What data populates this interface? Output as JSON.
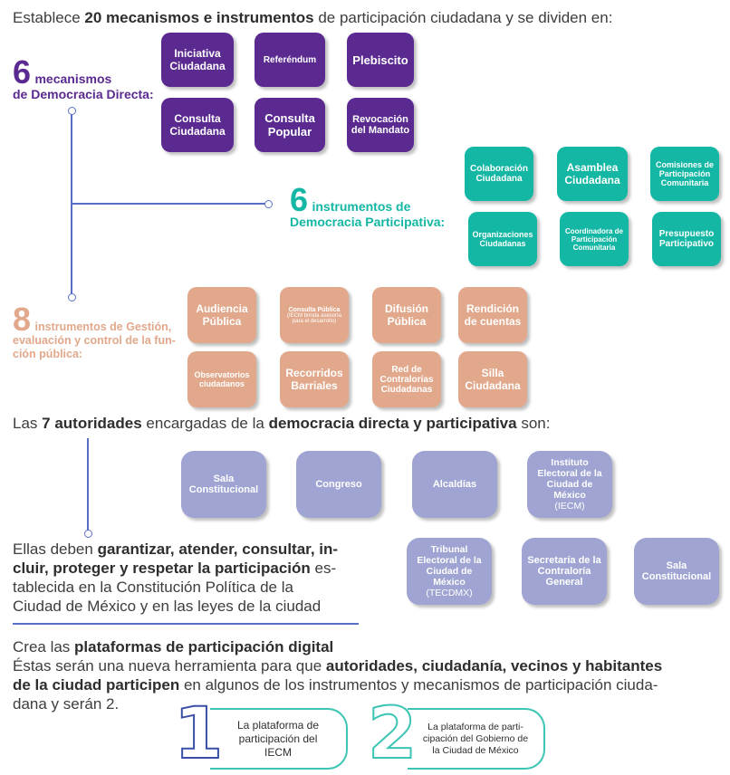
{
  "intro": {
    "pre": "Establece ",
    "bold": "20 mecanismos e instrumentos",
    "post": " de participación ciudadana y se dividen en:"
  },
  "direct": {
    "number": "6",
    "label1": "mecanismos",
    "label2": "de Democracia Directa:",
    "items": [
      "Iniciativa Ciudadana",
      "Referéndum",
      "Plebiscito",
      "Consulta Ciudadana",
      "Consulta Popular",
      "Revocación del Mandato"
    ]
  },
  "participative": {
    "number": "6",
    "label1": "instrumentos de",
    "label2": "Democracia Participativa:",
    "items": [
      "Colaboración Ciudadana",
      "Asamblea Ciudadana",
      "Comisiones de Participación Comunitaria",
      "Organizaciones Ciudadanas",
      "Coordinadora de Participación Comunitaria",
      "Presupuesto Participativo"
    ]
  },
  "management": {
    "number": "8",
    "label1": "instrumentos de Gestión,",
    "label2": "evaluación y control de la fun-",
    "label3": "ción pública:",
    "items": [
      "Audiencia Pública",
      "Consulta Pública",
      "(IECM brinda asesoría para el desarrollo)",
      "Difusión Pública",
      "Rendición de cuentas",
      "Observatorios ciudadanos",
      "Recorridos Barriales",
      "Red de Contralorías Ciudadanas",
      "Silla Ciudadana"
    ]
  },
  "authorities": {
    "pre": "Las ",
    "bold1": "7 autoridades",
    "mid": " encargadas de la ",
    "bold2": "democracia directa y participativa",
    "post": " son:",
    "items": [
      "Sala Constitucional",
      "Congreso",
      "Alcaldías",
      "Instituto Electoral de la Ciudad de México",
      "(IECM)",
      "Tribunal Electoral de la Ciudad de México",
      "(TECDMX)",
      "Secretaría de la Contraloría General",
      "Sala Constitucional"
    ]
  },
  "duties": {
    "pre": "Ellas deben ",
    "bold1": "garantizar, atender, consultar, in-",
    "bold2": "cluir, proteger y respetar la participación",
    "post1": " es-",
    "line3": "tablecida en la Constitución Política de la",
    "line4": "Ciudad de México y en las leyes de la ciudad"
  },
  "digital": {
    "pre": "Crea las ",
    "bold": "plataformas de participación digital",
    "line2_pre": "Éstas serán una nueva herramienta para que ",
    "line2_bold": "autoridades, ciudadanía, vecinos y habitantes",
    "line3_bold": "de la ciudad participen",
    "line3_post": " en algunos de los instrumentos y mecanismos de participación ciuda-",
    "line4": "dana y serán 2."
  },
  "platforms": [
    {
      "number": "1",
      "text": "La plataforma de participación del IECM"
    },
    {
      "number": "2",
      "text": "La plataforma de parti- cipación del Gobierno de la Ciudad de México"
    }
  ],
  "colors": {
    "purple": "#5b2a91",
    "teal": "#14b6a4",
    "peach": "#e2a88b",
    "lavender": "#9fa4d2",
    "line": "#5a6ec8",
    "platform1": "#3a4fa8",
    "platform2": "#3cc4b4"
  }
}
